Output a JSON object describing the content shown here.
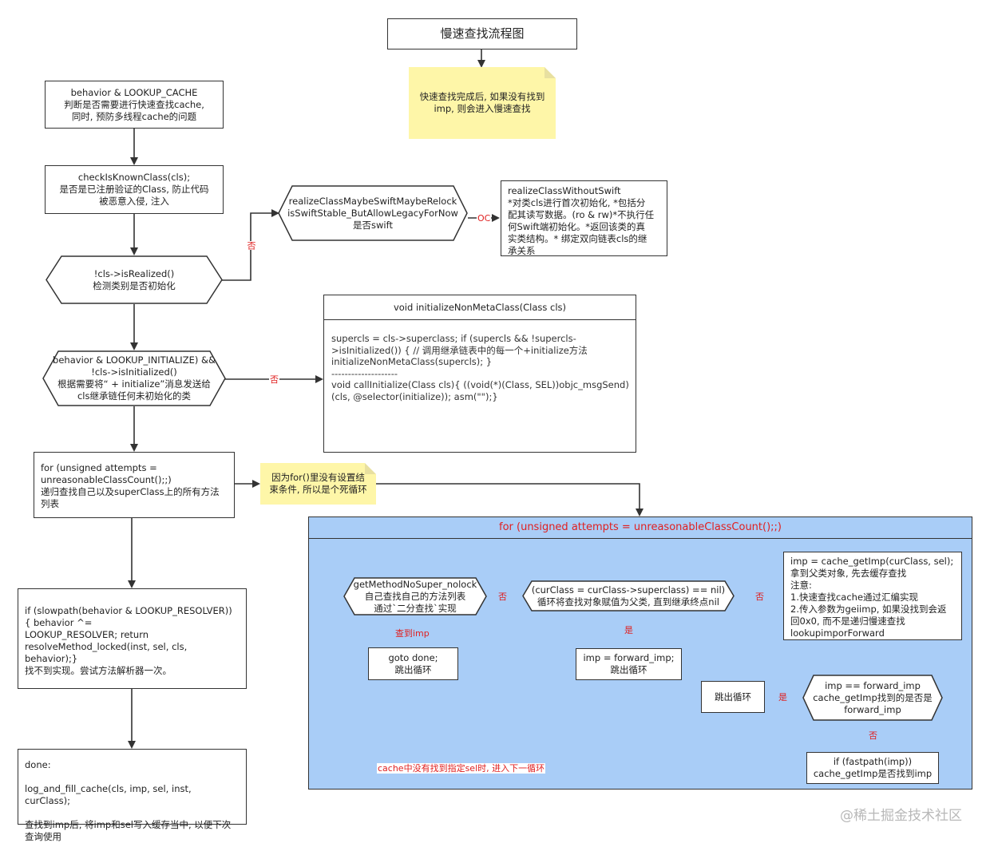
{
  "title": "慢速查找流程图",
  "note_top": "快速查找完成后, 如果没有找到\nimp, 则会进入慢速查找",
  "note_loop": "因为for()里没有设置结\n束条件, 所以是个死循环",
  "box_lookup_cache": "behavior & LOOKUP_CACHE\n判断是否需要进行快速查找cache,\n同时, 预防多线程cache的问题",
  "box_check_known": "checkIsKnownClass(cls);\n是否是已注册验证的Class, 防止代码\n被恶意入侵, 注入",
  "hex_is_realized": "!cls->isRealized()\n检测类别是否初始化",
  "hex_swift": "realizeClassMaybeSwiftMaybeRelock\nisSwiftStable_ButAllowLegacyForNow\n是否swift",
  "box_realize_without_swift": "realizeClassWithoutSwift\n*对类cls进行首次初始化, *包括分\n配其读写数据。(ro & rw)*不执行任\n何Swift端初始化。*返回该类的真\n实类结构。* 绑定双向链表cls的继\n承关系",
  "hex_initialize": "behavior & LOOKUP_INITIALIZE) &&\n!cls->isInitialized()\n根据需要将“ + initialize”消息发送给\ncls继承链任何未初始化的类",
  "code_box": {
    "header": "void initializeNonMetaClass(Class cls)",
    "body": "supercls = cls->superclass;    if (supercls  &&  !supercls-\n>isInitialized()) {          // 调用继承链表中的每一个+initialize方法\n          initializeNonMetaClass(supercls);    }\n--------------------\nvoid callInitialize(Class cls){     ((void(*)(Class, SEL))objc_msgSend)\n(cls, @selector(initialize));     asm(\"\");}"
  },
  "box_for_loop": "for (unsigned attempts =\nunreasonableClassCount();;)\n递归查找自己以及superClass上的所有方法\n列表",
  "box_resolver": "if (slowpath(behavior & LOOKUP_RESOLVER))\n{          behavior ^=\nLOOKUP_RESOLVER;          return\nresolveMethod_locked(inst, sel, cls, behavior);}\n找不到实现。尝试方法解析器一次。",
  "box_done": "done:\n\nlog_and_fill_cache(cls, imp, sel, inst,\ncurClass);\n\n查找到imp后, 将imp和sel写入缓存当中, 以便下次\n查询使用",
  "container_title": "for (unsigned attempts = unreasonableClassCount();;)",
  "hex_get_method": "getMethodNoSuper_nolock\n自己查找自己的方法列表\n通过`二分查找`实现",
  "box_goto_done": "goto done;\n跳出循环",
  "hex_superclass": "(curClass = curClass->superclass) == nil)\n循环将查找对象赋值为父类, 直到继承终点nil",
  "box_forward_imp": "imp = forward_imp;\n跳出循环",
  "box_cache_getimp": "imp = cache_getImp(curClass, sel);\n拿到父类对象, 先去缓存查找\n注意:\n1.快速查找cache通过汇编实现\n2.传入参数为geiimp, 如果没找到会返\n回0x0, 而不是递归慢速查找\nlookupimporForward",
  "hex_forward_check": "imp == forward_imp\ncache_getImp找到的是否是\nforward_imp",
  "box_break_loop": "跳出循环",
  "box_fastpath": "if (fastpath(imp))\ncache_getImp是否找到imp",
  "labels": {
    "no1": "否",
    "oc": "OC",
    "no2": "否",
    "found_imp": "查到imp",
    "no3": "否",
    "no4": "否",
    "yes1": "是",
    "yes2": "是",
    "no5": "否",
    "next_loop": "cache中没有找到指定sel时, 进入下一循环"
  },
  "watermark": "@稀土掘金技术社区"
}
